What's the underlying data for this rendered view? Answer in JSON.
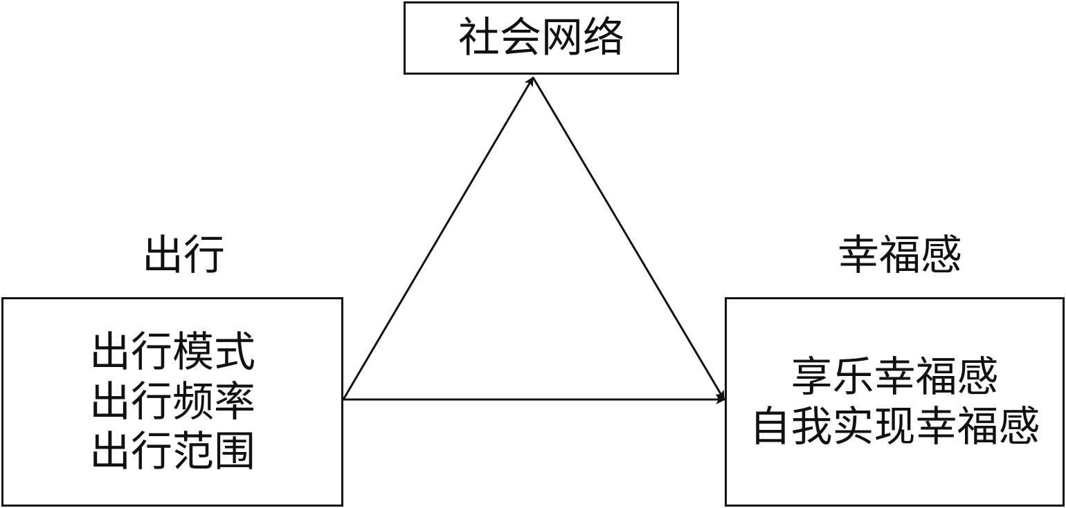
{
  "nodes": {
    "social": {
      "label": "社会网络"
    },
    "travel": {
      "header": "出行",
      "items": [
        "出行模式",
        "出行频率",
        "出行范围"
      ]
    },
    "happiness": {
      "header": "幸福感",
      "items": [
        "享乐幸福感",
        "自我实现幸福感"
      ]
    }
  },
  "edges": [
    {
      "from": "travel",
      "to": "social"
    },
    {
      "from": "social",
      "to": "happiness"
    },
    {
      "from": "travel",
      "to": "happiness"
    }
  ],
  "colors": {
    "stroke": "#111111",
    "background": "#ffffff"
  }
}
